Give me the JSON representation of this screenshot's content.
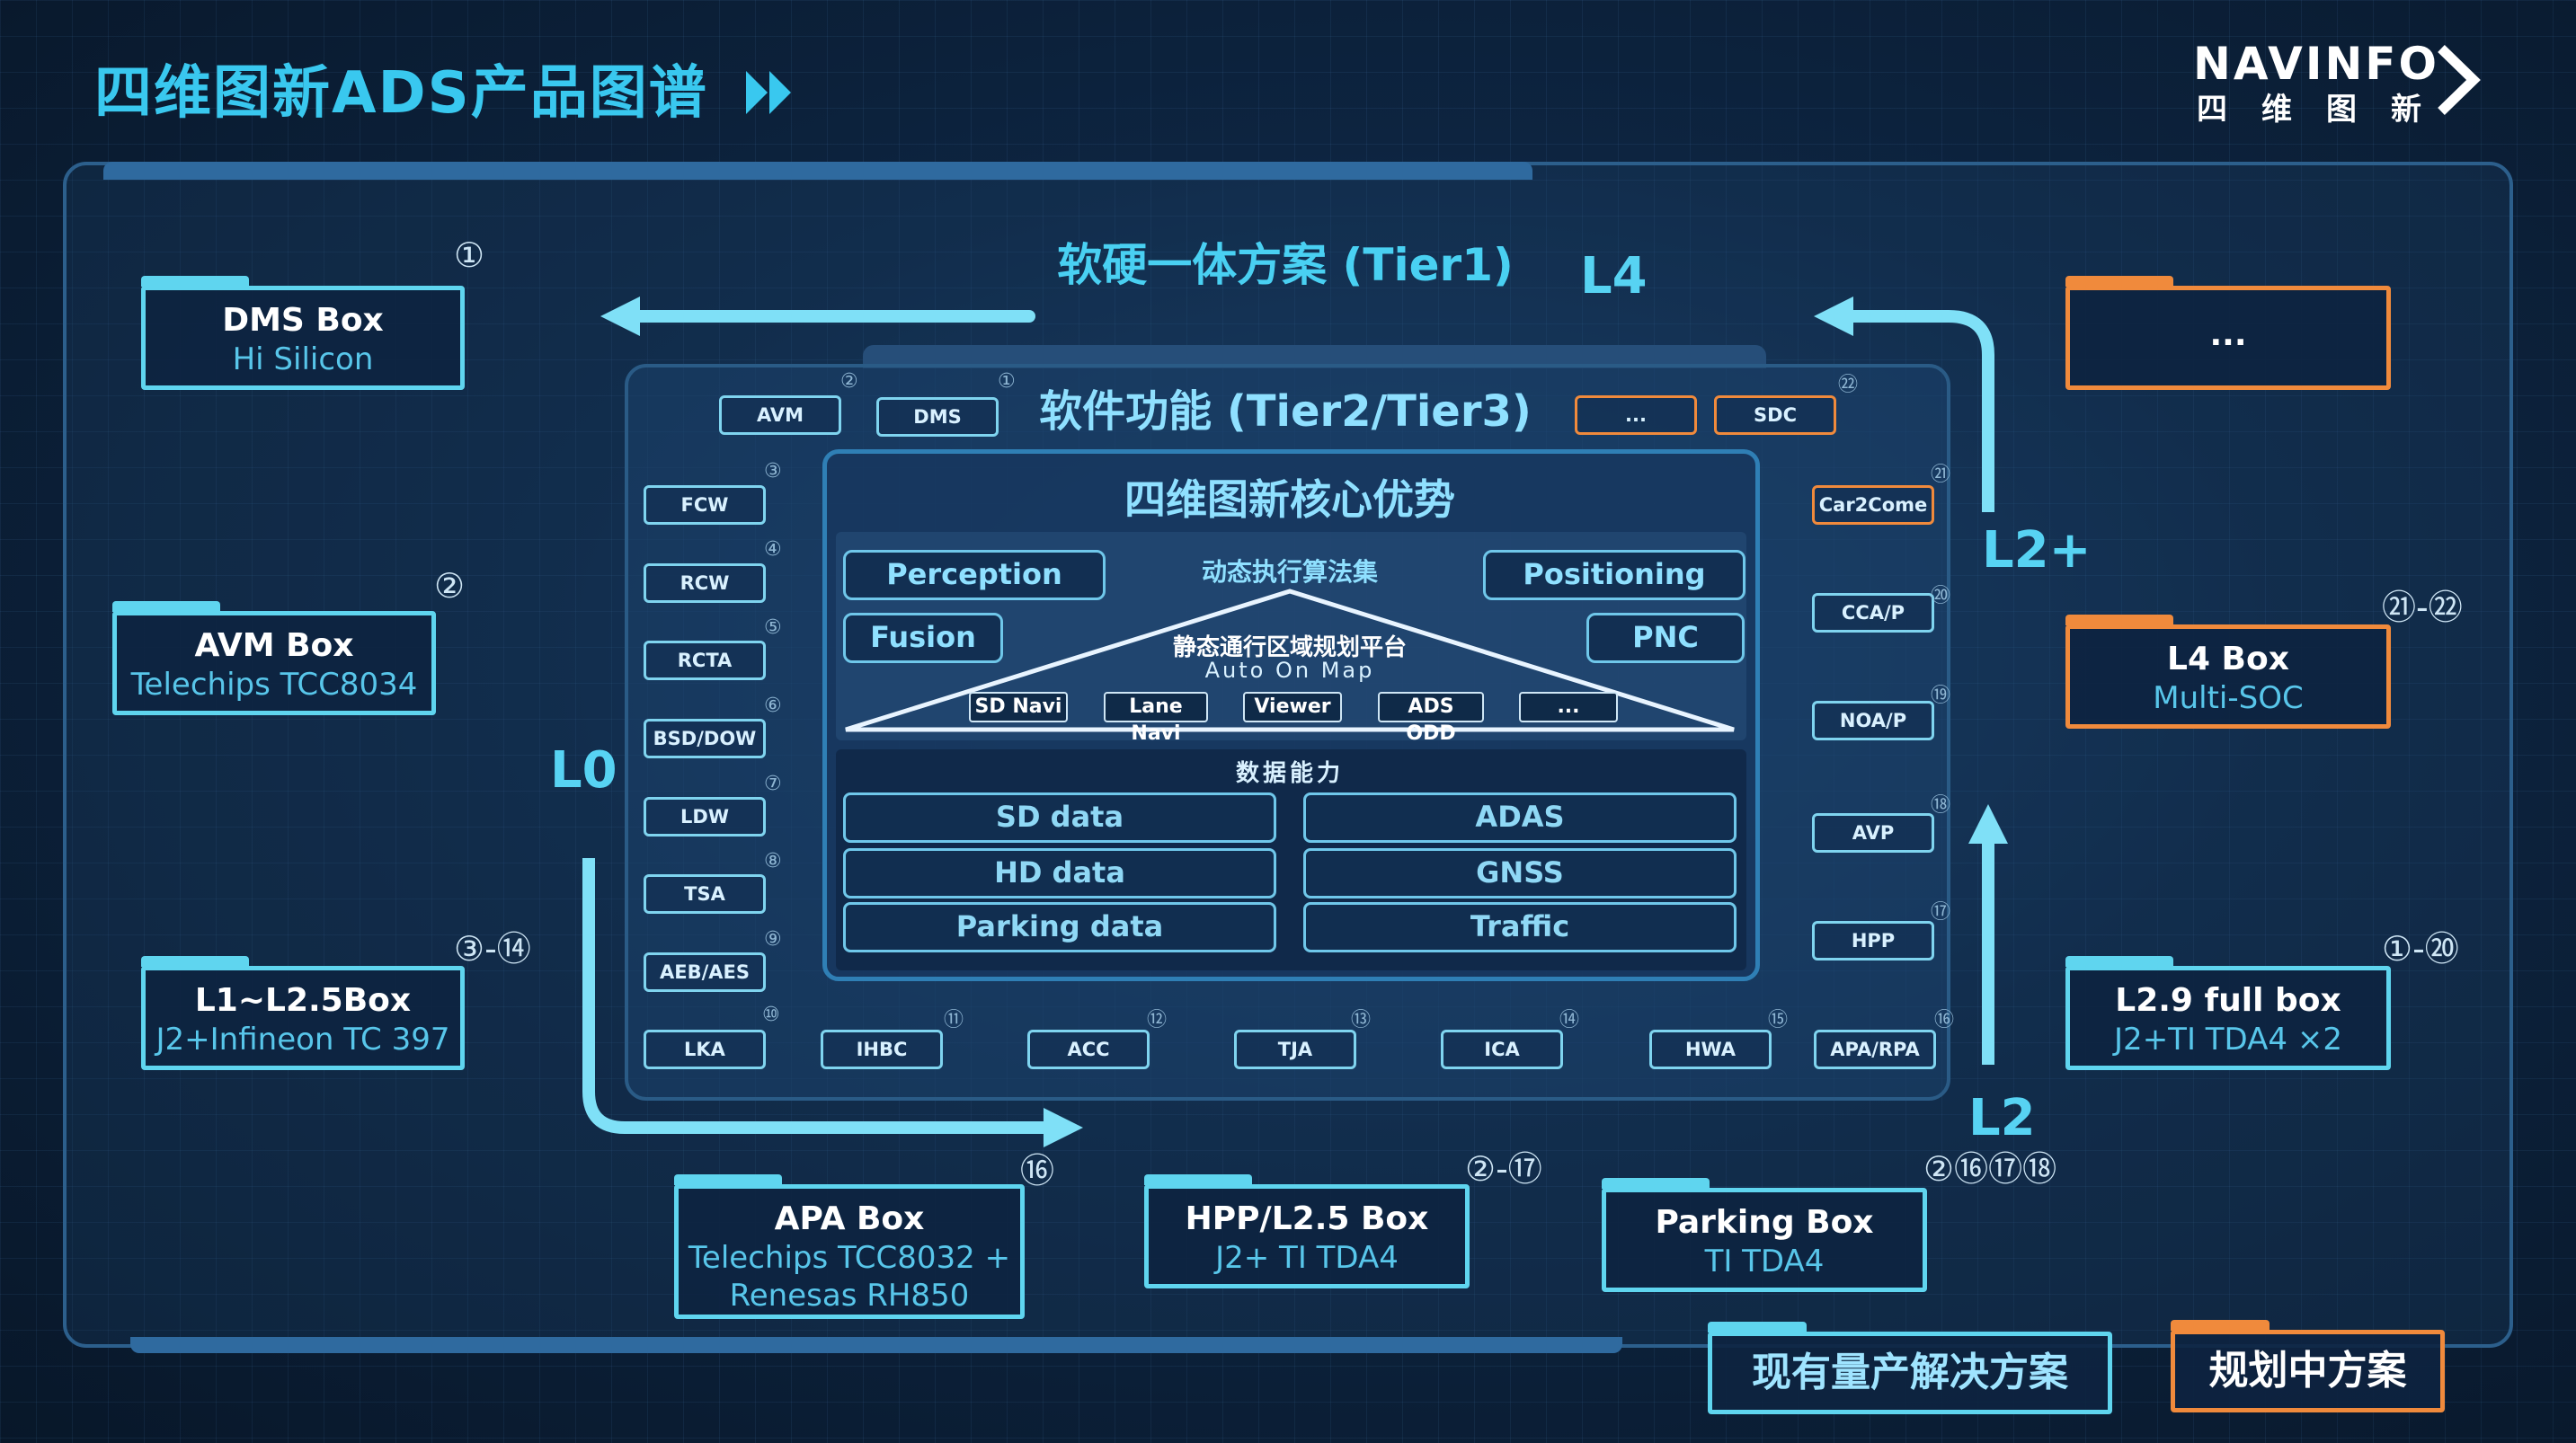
{
  "page_title": "四维图新ADS产品图谱",
  "logo": {
    "wordmark": "NAVINFO",
    "chinese": "四维图新"
  },
  "sections": {
    "tier1": "软硬一体方案 (Tier1)",
    "tier23": "软件功能 (Tier2/Tier3)",
    "core": "四维图新核心优势"
  },
  "levels": {
    "l0": "L0",
    "l2": "L2",
    "l2plus": "L2+",
    "l4": "L4"
  },
  "hardware_boxes": [
    {
      "title": "DMS Box",
      "sub": "Hi Silicon",
      "badge": "①",
      "status": "existing"
    },
    {
      "title": "AVM Box",
      "sub": "Telechips TCC8034",
      "badge": "②",
      "status": "existing"
    },
    {
      "title": "L1~L2.5Box",
      "sub": "J2+Infineon TC 397",
      "badge": "③-⑭",
      "status": "existing"
    },
    {
      "title": "APA Box",
      "sub": "Telechips TCC8032 +",
      "sub2": "Renesas RH850",
      "badge": "⑯",
      "status": "existing"
    },
    {
      "title": "HPP/L2.5 Box",
      "sub": "J2+ TI TDA4",
      "badge": "②-⑰",
      "status": "existing"
    },
    {
      "title": "Parking Box",
      "sub": "TI TDA4",
      "badge": "②⑯⑰⑱",
      "status": "existing"
    },
    {
      "title": "L2.9 full box",
      "sub": "J2+TI TDA4 ×2",
      "badge": "①-⑳",
      "status": "existing"
    },
    {
      "title": "L4 Box",
      "sub": "Multi-SOC",
      "badge": "㉑-㉒",
      "status": "planned"
    },
    {
      "title": "...",
      "sub": "",
      "badge": "",
      "status": "planned"
    }
  ],
  "functions": {
    "top": [
      {
        "label": "AVM",
        "num": "②"
      },
      {
        "label": "DMS",
        "num": "①"
      },
      {
        "label": "...",
        "num": ""
      },
      {
        "label": "SDC",
        "num": "㉒"
      }
    ],
    "left": [
      {
        "label": "FCW",
        "num": "③"
      },
      {
        "label": "RCW",
        "num": "④"
      },
      {
        "label": "RCTA",
        "num": "⑤"
      },
      {
        "label": "BSD/DOW",
        "num": "⑥"
      },
      {
        "label": "LDW",
        "num": "⑦"
      },
      {
        "label": "TSA",
        "num": "⑧"
      },
      {
        "label": "AEB/AES",
        "num": "⑨"
      }
    ],
    "bottom": [
      {
        "label": "LKA",
        "num": "⑩"
      },
      {
        "label": "IHBC",
        "num": "⑪"
      },
      {
        "label": "ACC",
        "num": "⑫"
      },
      {
        "label": "TJA",
        "num": "⑬"
      },
      {
        "label": "ICA",
        "num": "⑭"
      },
      {
        "label": "HWA",
        "num": "⑮"
      },
      {
        "label": "APA/RPA",
        "num": "⑯"
      }
    ],
    "right": [
      {
        "label": "Car2Come",
        "num": "㉑"
      },
      {
        "label": "CCA/P",
        "num": "⑳"
      },
      {
        "label": "NOA/P",
        "num": "⑲"
      },
      {
        "label": "AVP",
        "num": "⑱"
      },
      {
        "label": "HPP",
        "num": "⑰"
      }
    ]
  },
  "core": {
    "algo_title": "动态执行算法集",
    "perception": "Perception",
    "positioning": "Positioning",
    "fusion": "Fusion",
    "pnc": "PNC",
    "platform_title": "静态通行区域规划平台",
    "platform_sub": "Auto On Map",
    "platform_items": [
      "SD Navi",
      "Lane Navi",
      "Viewer",
      "ADS ODD",
      "..."
    ],
    "data_title": "数据能力",
    "data_left": [
      "SD data",
      "HD data",
      "Parking data"
    ],
    "data_right": [
      "ADAS",
      "GNSS",
      "Traffic"
    ]
  },
  "legend": {
    "existing": "现有量产解决方案",
    "planned": "规划中方案"
  },
  "colors": {
    "existing": "#5fd5ef",
    "planned": "#f08a3c",
    "arrow": "#7fe0f7",
    "title": "#39c8ef"
  }
}
